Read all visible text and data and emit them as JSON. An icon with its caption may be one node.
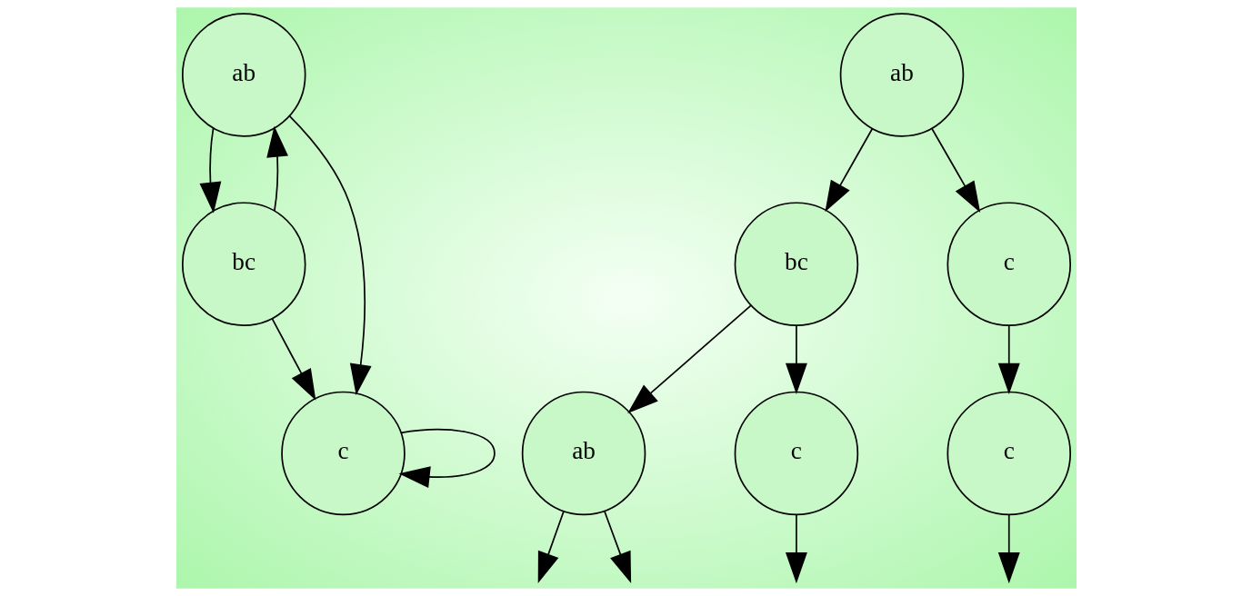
{
  "diagram": {
    "nodes": [
      {
        "text": [
          "ab"
        ]
      },
      {
        "text": [
          "bc"
        ]
      },
      {
        "text": [
          "c"
        ]
      },
      {
        "text": [
          "ab"
        ]
      },
      {
        "text": [
          "bc"
        ]
      },
      {
        "text": [
          "c"
        ]
      },
      {
        "text": [
          "ab"
        ]
      },
      {
        "text": [
          "c"
        ]
      },
      {
        "text": [
          "c"
        ]
      }
    ],
    "edges": [
      {
        "from": 0,
        "to": 2,
        "arrow": "to"
      },
      {
        "from": 0,
        "to": 1,
        "arrow": "to"
      },
      {
        "from": 1,
        "to": 0,
        "arrow": "to"
      },
      {
        "from": 1,
        "to": 2,
        "arrow": "to"
      },
      {
        "from": 2,
        "to": 2,
        "arrow": "to"
      },
      {
        "from": 3,
        "to": 4,
        "arrow": "to"
      },
      {
        "from": 3,
        "to": 5,
        "arrow": "to"
      },
      {
        "from": 4,
        "to": 6,
        "arrow": "to"
      },
      {
        "from": 4,
        "to": 7,
        "arrow": "to"
      },
      {
        "from": 5,
        "to": 8,
        "arrow": "to"
      },
      {
        "from": 6,
        "to": null,
        "arrow": "to"
      },
      {
        "from": 6,
        "to": null,
        "arrow": "to"
      },
      {
        "from": 7,
        "to": null,
        "arrow": "to"
      },
      {
        "from": 8,
        "to": null,
        "arrow": "to"
      }
    ]
  }
}
